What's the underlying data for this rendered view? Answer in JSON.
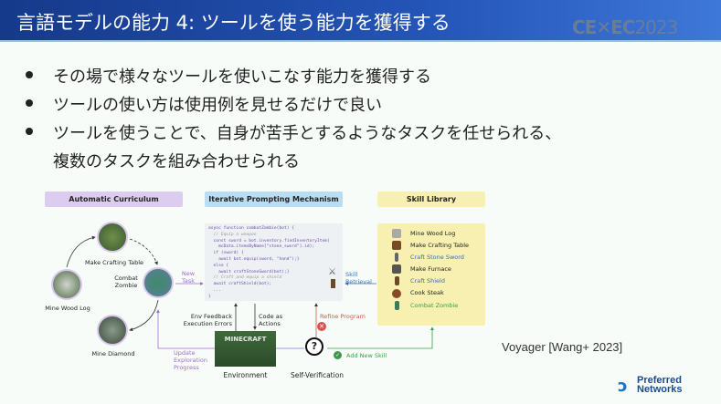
{
  "header": {
    "title": "言語モデルの能力 4: ツールを使う能力を獲得する",
    "logo": "CEDEC2023"
  },
  "bullets": [
    "その場で様々なツールを使いこなす能力を獲得する",
    "ツールの使い方は使用例を見せるだけで良い",
    "ツールを使うことで、自身が苦手とするようなタスクを任せられる、",
    "複数のタスクを組み合わせられる"
  ],
  "diagram": {
    "sections": [
      "Automatic Curriculum",
      "Iterative Prompting Mechanism",
      "Skill Library"
    ],
    "curriculum": [
      "Make Crafting Table",
      "Mine Wood Log",
      "Combat Zombie",
      "Mine Diamond"
    ],
    "code": [
      "async function combatZombie(bot) {",
      "  // Equip a weapon",
      "  const sword = bot.inventory.findInventoryItem(",
      "    mcData.itemsByName[\"stone_sword\"].id);",
      "  if (sword) {",
      "    await bot.equip(sword, \"hand\");}",
      "  else {",
      "    await craftStoneSword(bot);}",
      "  // Craft and equip a shield",
      "  await craftShield(bot);",
      "  ...",
      "}"
    ],
    "skills": [
      {
        "name": "Mine Wood  Log",
        "color": "#333333"
      },
      {
        "name": "Make Crafting Table",
        "color": "#333333"
      },
      {
        "name": "Craft Stone Sword",
        "color": "#3a6fb0"
      },
      {
        "name": "Make Furnace",
        "color": "#333333"
      },
      {
        "name": "Craft Shield",
        "color": "#3a6fb0"
      },
      {
        "name": "Cook Steak",
        "color": "#333333"
      },
      {
        "name": "Combat Zombie",
        "color": "#3c9a48"
      }
    ],
    "labels": {
      "new_task": "New Task",
      "skill_retrieval": "Skill Retrieval",
      "env_feedback": "Env Feedback Execution Errors",
      "code_actions": "Code as Actions",
      "refine": "Refine Program",
      "update": "Update Exploration Progress",
      "add_skill": "Add New Skill",
      "environment": "Environment",
      "self_verification": "Self-Verification",
      "minecraft": "MINECRAFT"
    }
  },
  "citation": "Voyager [Wang+ 2023]",
  "footer_logo": {
    "line1": "Preferred",
    "line2": "Networks"
  },
  "colors": {
    "purple": "#9a6ed0",
    "blue": "#3a6fb0",
    "green": "#3c9a48",
    "red": "#d9534f"
  }
}
